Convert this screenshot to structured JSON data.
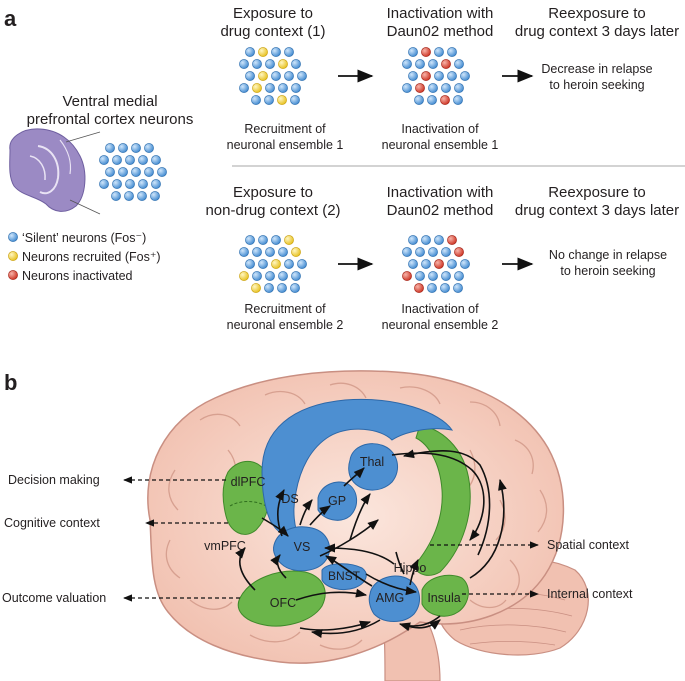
{
  "panel_a": {
    "label": "a",
    "vmpfc_title_1": "Ventral medial",
    "vmpfc_title_2": "prefrontal cortex neurons",
    "legend": {
      "silent": "‘Silent’ neurons (Fos⁻)",
      "recruited": "Neurons recruited (Fos⁺)",
      "inactivated": "Neurons inactivated"
    },
    "colors": {
      "silent": "#4b95d6",
      "recruited": "#f2d33c",
      "inactivated": "#d63b2f",
      "slice": "#9b8ac4"
    },
    "row1": {
      "col1_head_1": "Exposure to",
      "col1_head_2": "drug context (1)",
      "col2_head_1": "Inactivation with",
      "col2_head_2": "Daun02 method",
      "col3_head_1": "Reexposure to",
      "col3_head_2": "drug context 3 days later",
      "cap1_1": "Recruitment of",
      "cap1_2": "neuronal ensemble 1",
      "cap2_1": "Inactivation of",
      "cap2_2": "neuronal ensemble 1",
      "outcome_1": "Decrease in relapse",
      "outcome_2": "to heroin seeking"
    },
    "row2": {
      "col1_head_1": "Exposure to",
      "col1_head_2": "non-drug context (2)",
      "col2_head_1": "Inactivation with",
      "col2_head_2": "Daun02 method",
      "col3_head_1": "Reexposure to",
      "col3_head_2": "drug context 3 days later",
      "cap1_1": "Recruitment of",
      "cap1_2": "neuronal ensemble 2",
      "cap2_1": "Inactivation of",
      "cap2_2": "neuronal ensemble 2",
      "outcome_1": "No change in relapse",
      "outcome_2": "to heroin seeking"
    }
  },
  "panel_b": {
    "label": "b",
    "regions": {
      "dlpfc": "dlPFC",
      "vmpfc": "vmPFC",
      "ds": "DS",
      "gp": "GP",
      "thal": "Thal",
      "vs": "VS",
      "bnst": "BNST",
      "ofc": "OFC",
      "amg": "AMG",
      "hippo": "Hippo",
      "insula": "Insula"
    },
    "contexts": {
      "decision": "Decision making",
      "cognitive": "Cognitive context",
      "outcome": "Outcome valuation",
      "spatial": "Spatial context",
      "internal": "Internal context"
    },
    "colors": {
      "brain": "#f4cbbd",
      "brain_line": "#c98f82",
      "blue": "#4d8fd1",
      "green": "#6bb54a"
    }
  }
}
